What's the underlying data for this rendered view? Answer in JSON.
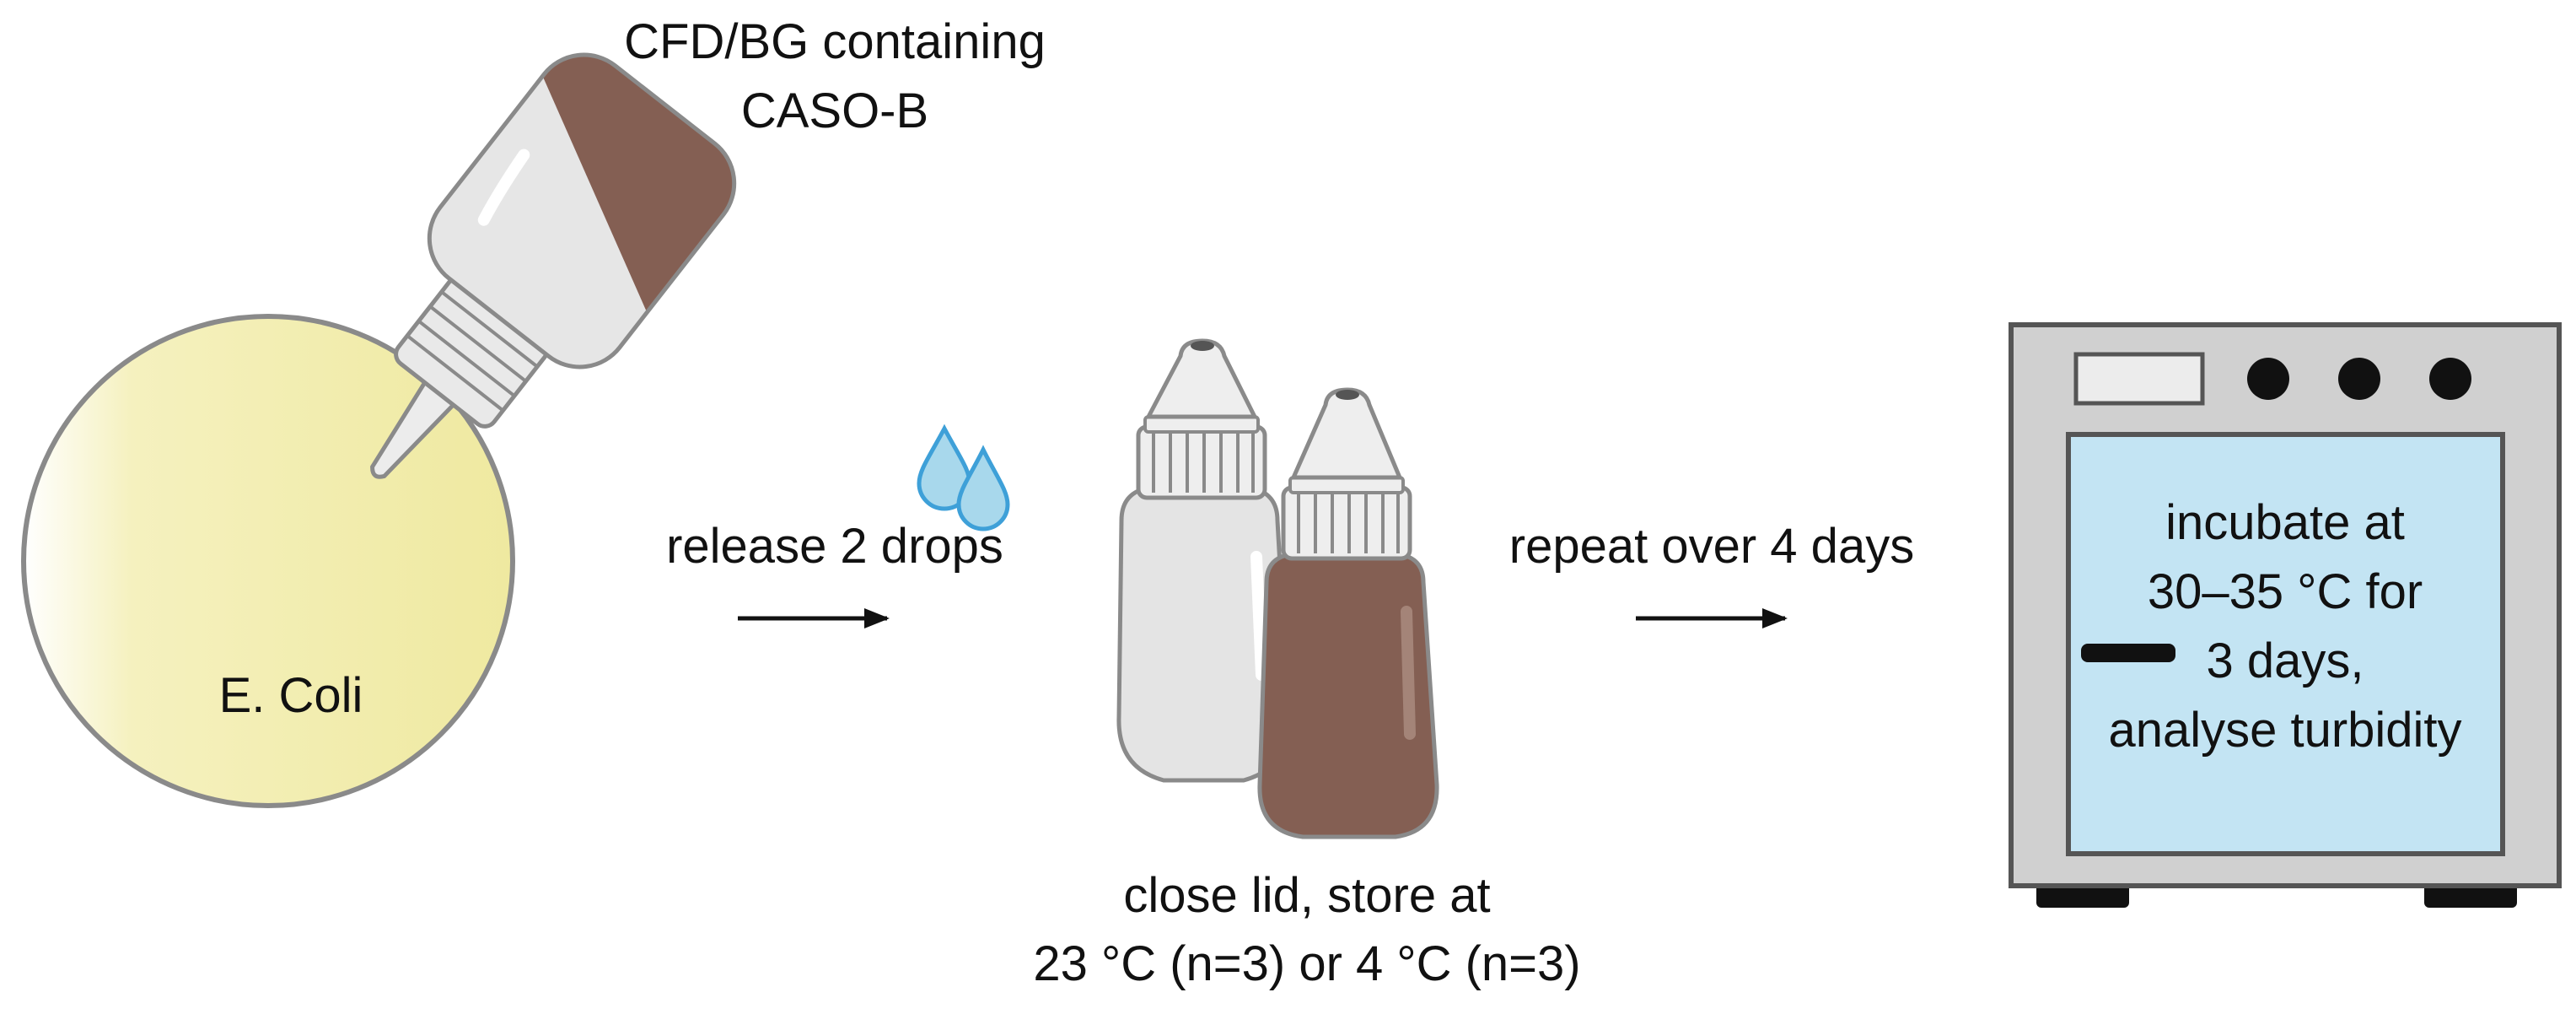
{
  "source_bottle": {
    "label_line1": "CFD/BG containing",
    "label_line2": "CASO-B",
    "liquid_color": "#845f53",
    "plastic_color": "#e6e6e6"
  },
  "petri_dish": {
    "label": "E. Coli",
    "fill_color": "#f2eda8"
  },
  "step_release": {
    "label": "release 2 drops",
    "drop_color": "#a8d8ec",
    "drop_outline": "#3ea0d8"
  },
  "storage": {
    "caption_line1": "close lid, store at",
    "caption_line2": "23 °C (n=3) or 4 °C (n=3)",
    "clear_bottle_color": "#e4e4e4",
    "brown_bottle_color": "#845f53"
  },
  "step_repeat": {
    "label": "repeat over 4 days"
  },
  "incubator": {
    "line1": "incubate at",
    "line2": "30–35 °C for",
    "line3": "3 days,",
    "line4": "analyse turbidity",
    "body_color": "#d0d0d0",
    "window_color": "#c3e4f3"
  }
}
